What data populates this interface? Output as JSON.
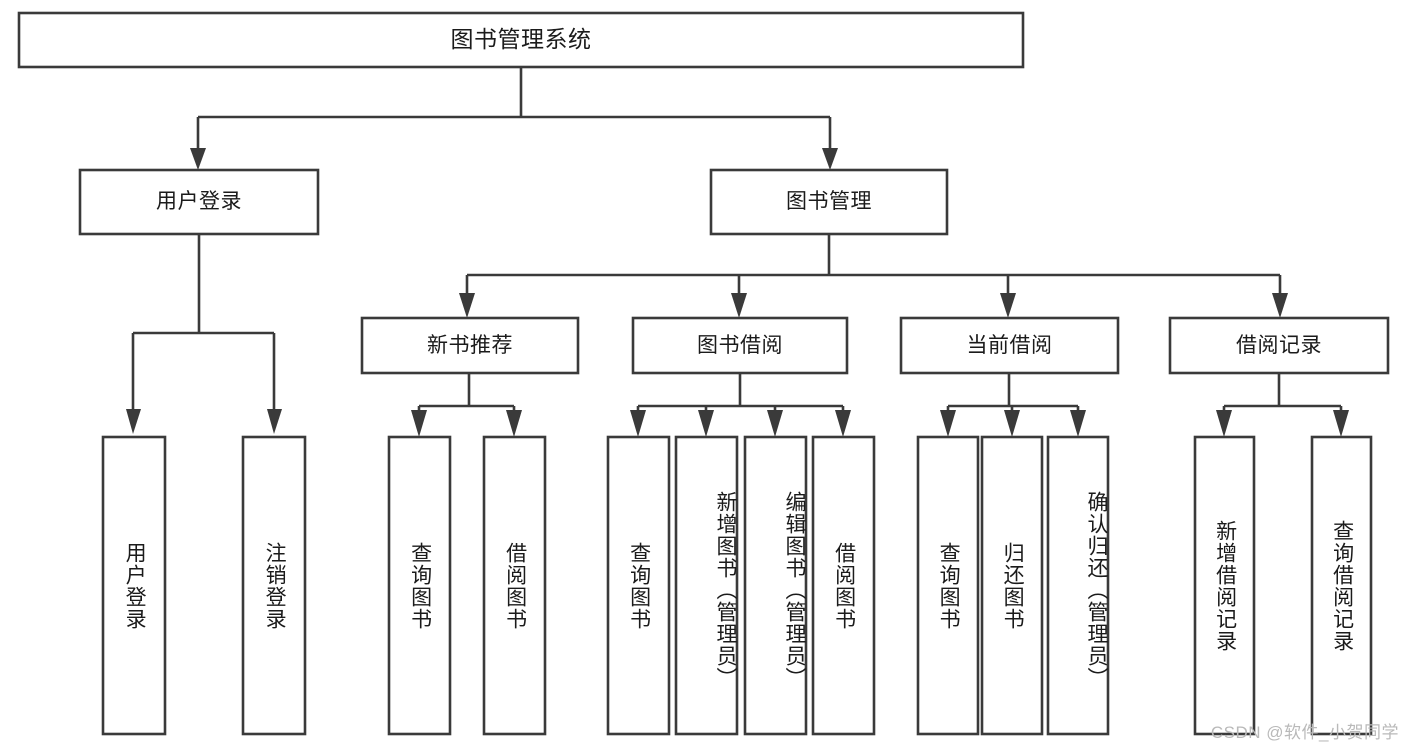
{
  "diagram": {
    "type": "tree-hierarchy-chart",
    "title": "图书管理系统",
    "root": {
      "label": "图书管理系统",
      "orientation": "horizontal"
    },
    "level2": [
      {
        "label": "用户登录",
        "orientation": "horizontal"
      },
      {
        "label": "图书管理",
        "orientation": "horizontal"
      }
    ],
    "level3": [
      {
        "label": "新书推荐",
        "orientation": "horizontal"
      },
      {
        "label": "图书借阅",
        "orientation": "horizontal"
      },
      {
        "label": "当前借阅",
        "orientation": "horizontal"
      },
      {
        "label": "借阅记录",
        "orientation": "horizontal"
      }
    ],
    "leaves": {
      "user_login": [
        {
          "label": "用户登录",
          "orientation": "vertical"
        },
        {
          "label": "注销登录",
          "orientation": "vertical"
        }
      ],
      "new_book_recommend": [
        {
          "label": "查询图书",
          "orientation": "vertical"
        },
        {
          "label": "借阅图书",
          "orientation": "vertical"
        }
      ],
      "book_borrow": [
        {
          "label": "查询图书",
          "orientation": "vertical"
        },
        {
          "label": "新增图书（管理员）",
          "orientation": "vertical"
        },
        {
          "label": "编辑图书（管理员）",
          "orientation": "vertical"
        },
        {
          "label": "借阅图书",
          "orientation": "vertical"
        }
      ],
      "current_borrow": [
        {
          "label": "查询图书",
          "orientation": "vertical"
        },
        {
          "label": "归还图书",
          "orientation": "vertical"
        },
        {
          "label": "确认归还（管理员）",
          "orientation": "vertical"
        }
      ],
      "borrow_record": [
        {
          "label": "新增借阅记录",
          "orientation": "vertical"
        },
        {
          "label": "查询借阅记录",
          "orientation": "vertical"
        }
      ]
    },
    "colors": {
      "box_stroke": "#3a3a3a",
      "box_fill": "#ffffff",
      "text": "#1b1b1b",
      "background": "#ffffff",
      "watermark": "#b9b9b9"
    }
  },
  "watermark": {
    "text": "CSDN @软件_小贺同学"
  }
}
